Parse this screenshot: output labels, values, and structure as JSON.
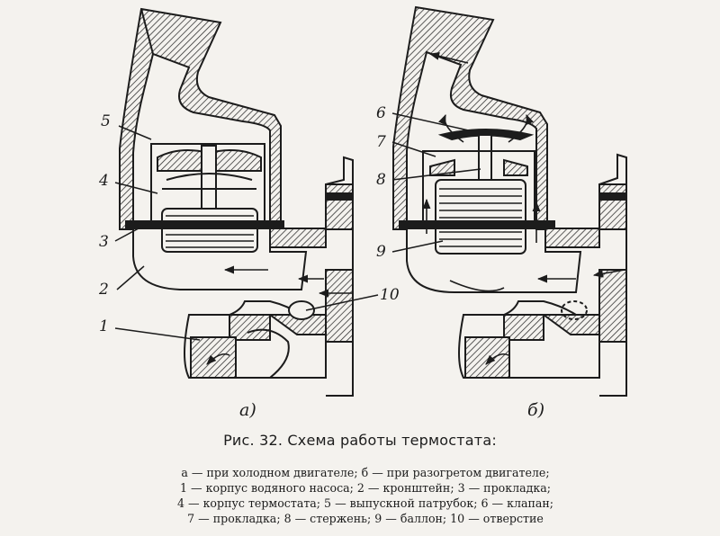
{
  "figure": {
    "caption": "Рис. 32. Схема работы термостата:",
    "legend_lines": [
      "а — при холодном двигателе; б — при разогретом двигателе;",
      "1 — корпус водяного насоса; 2 — кронштейн; 3 — прокладка;",
      "4 — корпус термостата; 5 — выпускной патрубок; 6 — клапан;",
      "7 — прокладка; 8 — стержень; 9 — баллон; 10 — отверстие"
    ]
  },
  "view_a": {
    "sublabel": "а)",
    "callouts": [
      "5",
      "4",
      "3",
      "2",
      "1",
      "10"
    ]
  },
  "view_b": {
    "sublabel": "б)",
    "callouts": [
      "6",
      "7",
      "8",
      "9"
    ]
  },
  "colors": {
    "ink": "#1c1c1c",
    "paper": "#f4f2ee",
    "hatch": "#2a2a2a"
  }
}
